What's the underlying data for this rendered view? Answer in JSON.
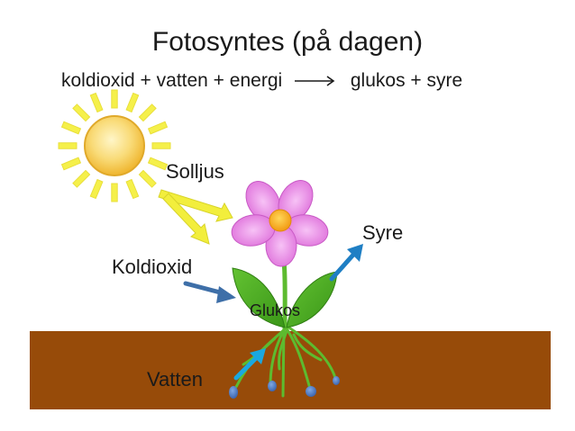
{
  "title": "Fotosyntes (på dagen)",
  "equation": {
    "left": "koldioxid + vatten + energi",
    "right": "glukos + syre"
  },
  "labels": {
    "sunlight": "Solljus",
    "oxygen": "Syre",
    "carbon_dioxide": "Koldioxid",
    "glucose": "Glukos",
    "water": "Vatten"
  },
  "colors": {
    "soil": "#974B09",
    "sun": "#F7C948",
    "sun_rays": "#F5F04A",
    "petal": "#E47FE1",
    "flower_center": "#F7A51E",
    "leaf": "#4BAA24",
    "stem_roots": "#5DBB2F",
    "co2_arrow": "#3E6FA8",
    "oxygen_arrow": "#1F7FC4",
    "water_arrow": "#1BA8E0",
    "water_drop": "#4F7FC6",
    "sunlight_arrow": "#F2EE3C"
  }
}
